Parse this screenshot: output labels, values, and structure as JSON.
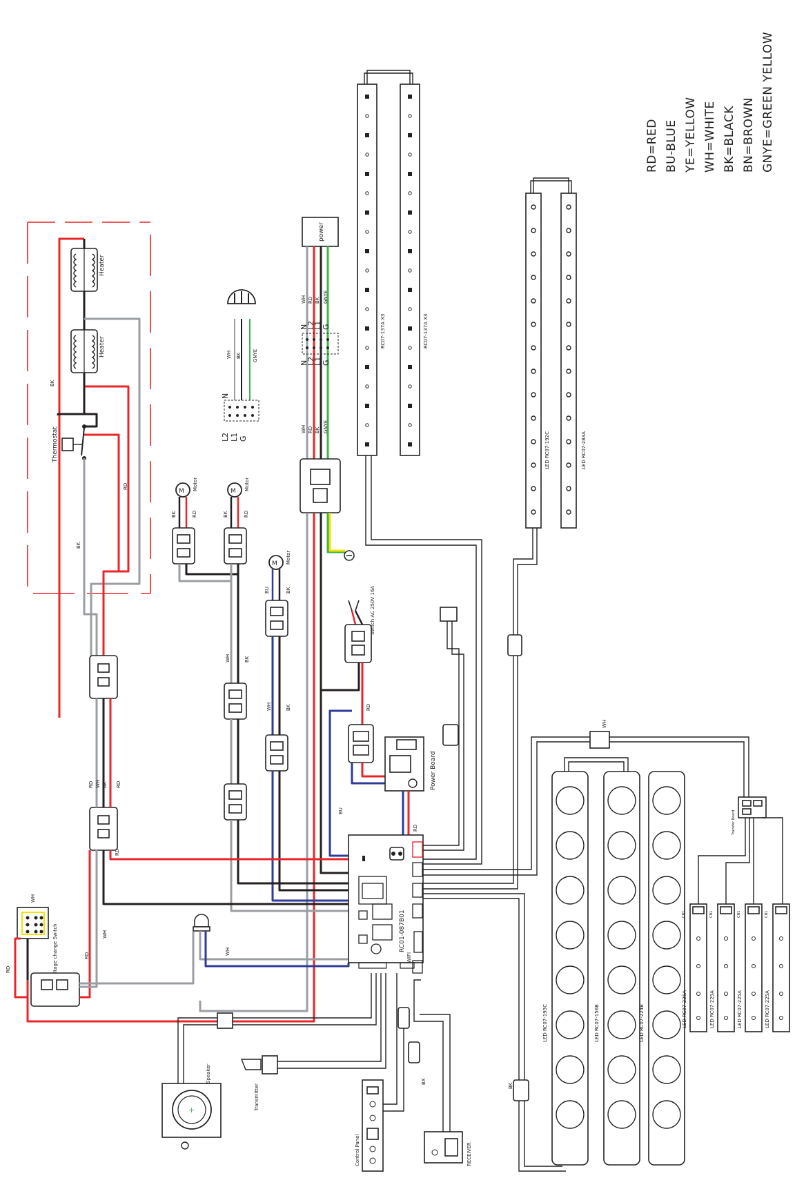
{
  "legend": [
    "RD=RED",
    "BU-BLUE",
    "YE=YELLOW",
    "WH=WHITE",
    "BK=BLACK",
    "BN=BROWN",
    "GNYE=GREEN YELLOW"
  ],
  "components": {
    "heater_1": "Heater",
    "heater_2": "Heater",
    "thermostat": "Thermostat",
    "motor_1": "Motor",
    "motor_2": "Motor",
    "motor_3": "Motor",
    "power": "power",
    "switch": "Switch AC 250V 16A",
    "power_board": "Power Board",
    "main_board": "RC01-087B01",
    "voltage_switch": "Voltage change Switch",
    "speaker": "Speaker",
    "transmitter": "Transmitter",
    "control_panel": "Control Panel",
    "receiver": "RECEIVER",
    "transfer_board": "Transfer Board",
    "wifi": "WIFI"
  },
  "leds": {
    "strip_137_a": "RC07-137A X3",
    "strip_137_b": "RC07-137A X3",
    "strip_192c": "LED RC07-192C",
    "strip_283a": "LED RC07-283A",
    "panel_193c": "LED RC07-193C",
    "panel_156b": "LED RC07-156B",
    "panel_224b": "LED RC07-224B",
    "small_1": "LED RC07-225A",
    "small_2": "LED RC07-225A",
    "small_3": "LED RC07-225A",
    "small_4": "LED RC07-225A",
    "cn1": "CN1"
  },
  "plug": {
    "pins": [
      "N",
      "L2",
      "L1",
      "G"
    ],
    "wires": [
      "WH",
      "BK",
      "GNYE"
    ]
  },
  "terminal": {
    "top_pins": [
      "N",
      "L2",
      "L1",
      "G"
    ],
    "bottom_pins": [
      "N",
      "L2",
      "L1",
      "G"
    ],
    "wires": [
      "WH",
      "RD",
      "BK",
      "GNYE"
    ]
  },
  "wire_labels": {
    "bk": "BK",
    "rd": "RD",
    "wh": "WH",
    "bu": "BU",
    "bx": "BX"
  },
  "colors": {
    "red": "#e8262a",
    "black": "#231f20",
    "grey": "#9a9ea3",
    "blue": "#2e3b97",
    "green": "#3cb34a",
    "yellow": "#f6e000",
    "dash": "#e8262a"
  }
}
